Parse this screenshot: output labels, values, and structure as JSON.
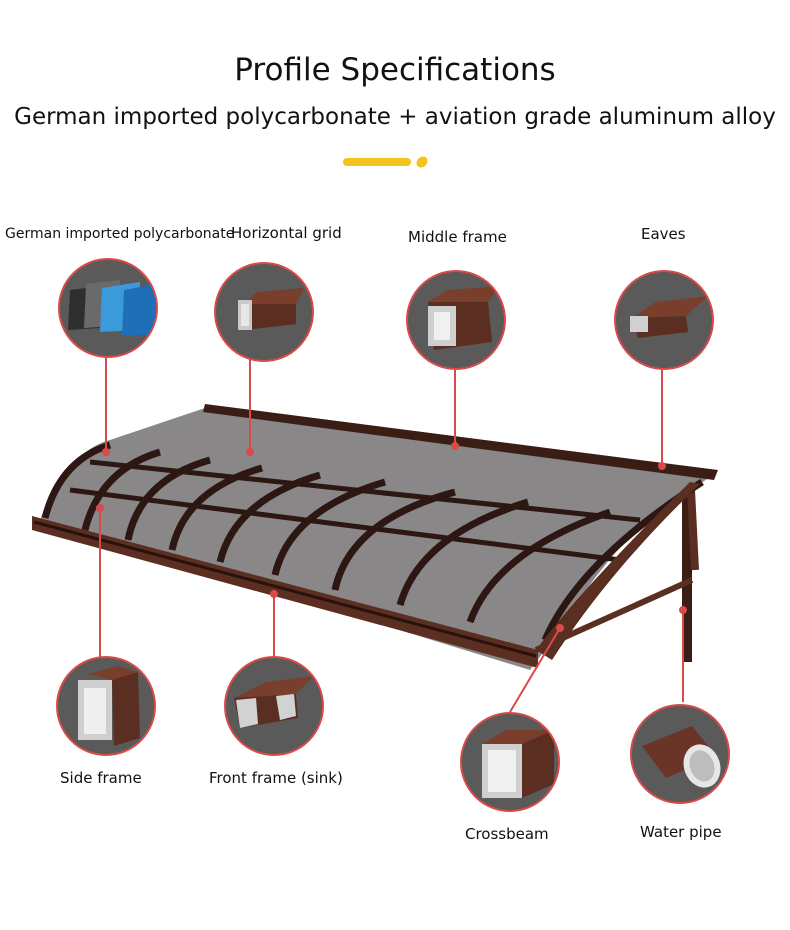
{
  "header": {
    "title": "Profile Specifications",
    "subtitle": "German imported polycarbonate + aviation grade aluminum alloy"
  },
  "components": {
    "polycarbonate": "German imported polycarbonate",
    "horizontal_grid": "Horizontal grid",
    "middle_frame": "Middle frame",
    "eaves": "Eaves",
    "side_frame": "Side frame",
    "front_frame": "Front frame (sink)",
    "crossbeam": "Crossbeam",
    "water_pipe": "Water pipe"
  },
  "colors": {
    "accent": "#f6c21c",
    "callout_line": "#d94a4a",
    "frame_brown": "#5b2e22",
    "panel_gray": "#8a8788"
  }
}
